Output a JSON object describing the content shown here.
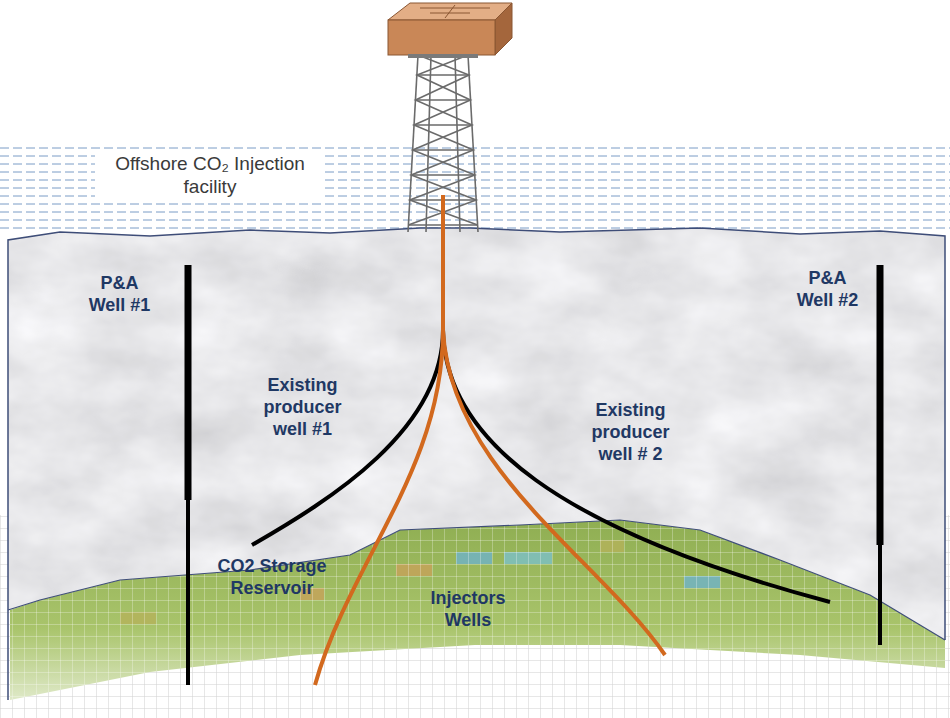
{
  "diagram": {
    "labels": [
      "Offshore CO₂ Injection facility",
      "P&A Well #1",
      "P&A Well #2",
      "Existing producer well #1",
      "Existing producer well # 2",
      "CO2 Storage Reservoir",
      "Injectors Wells"
    ]
  }
}
